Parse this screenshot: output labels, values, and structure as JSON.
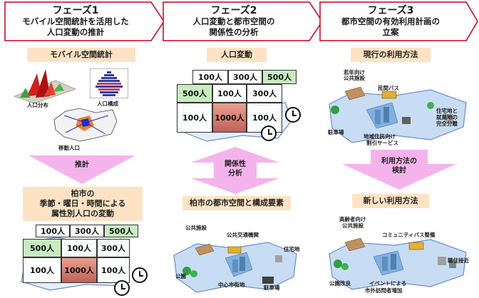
{
  "phases": [
    {
      "num": "フェーズ1",
      "desc1": "モバイル空間統計を活用した",
      "desc2": "人口変動の推計"
    },
    {
      "num": "フェーズ2",
      "desc1": "人口変動と都市空間の",
      "desc2": "関係性の分析"
    },
    {
      "num": "フェーズ3",
      "desc1": "都市空間の有効利用計画の",
      "desc2": "立案"
    }
  ],
  "col1": {
    "box_top": "モバイル空間統計",
    "pop_distribution": "人口分布",
    "pop_composition": "人口構成",
    "moving_pop": "移動人口",
    "arrow_label": "推計",
    "box_bottom_1": "柏市の",
    "box_bottom_2": "季節・曜日・時間による",
    "box_bottom_3": "属性別人口の変動"
  },
  "grid": {
    "back": [
      "100人",
      "300人",
      "500人"
    ],
    "row1": [
      "500人",
      "100人",
      "300人"
    ],
    "row2": [
      "100人",
      "1000人",
      "100人"
    ]
  },
  "col2": {
    "box_top": "人口変動",
    "arrow_label_1": "関係性",
    "arrow_label_2": "分析",
    "box_bottom": "柏市の都市空間と構成要素",
    "labels": {
      "public_facility": "公共施設",
      "public_transport": "公共交通機関",
      "residential": "住宅地",
      "park": "公園",
      "city_center": "中心市街地",
      "parking": "駐車場"
    }
  },
  "col3": {
    "box_top": "現行の利用方法",
    "arrow_label_1": "利用方法の",
    "arrow_label_2": "検討",
    "box_bottom": "新しい利用方法",
    "current": {
      "youth_1": "若年向け",
      "youth_2": "公共施設",
      "private_bus": "民間バス",
      "res_1": "住宅地と",
      "res_2": "就業地の",
      "res_3": "完全分離",
      "parking": "駐車場",
      "local_1": "地域住民向け",
      "local_2": "割引サービス"
    },
    "new": {
      "elder_1": "高齢者向け",
      "elder_2": "公共施設",
      "community_bus": "コミュニティバス整備",
      "work_near": "職住接近",
      "park_improve": "公園改良",
      "event_1": "イベントによる",
      "event_2": "市外訪問者増加"
    }
  },
  "colors": {
    "phase_fill": "#ffffff",
    "phase_stroke": "#c0001a",
    "label_bg": "#fde3c4",
    "arrow_pink": "#f5b3ec",
    "green_cell": "#c8ecc0",
    "red_cell": "#c0605a",
    "map_blue": "#a8c8f0"
  }
}
